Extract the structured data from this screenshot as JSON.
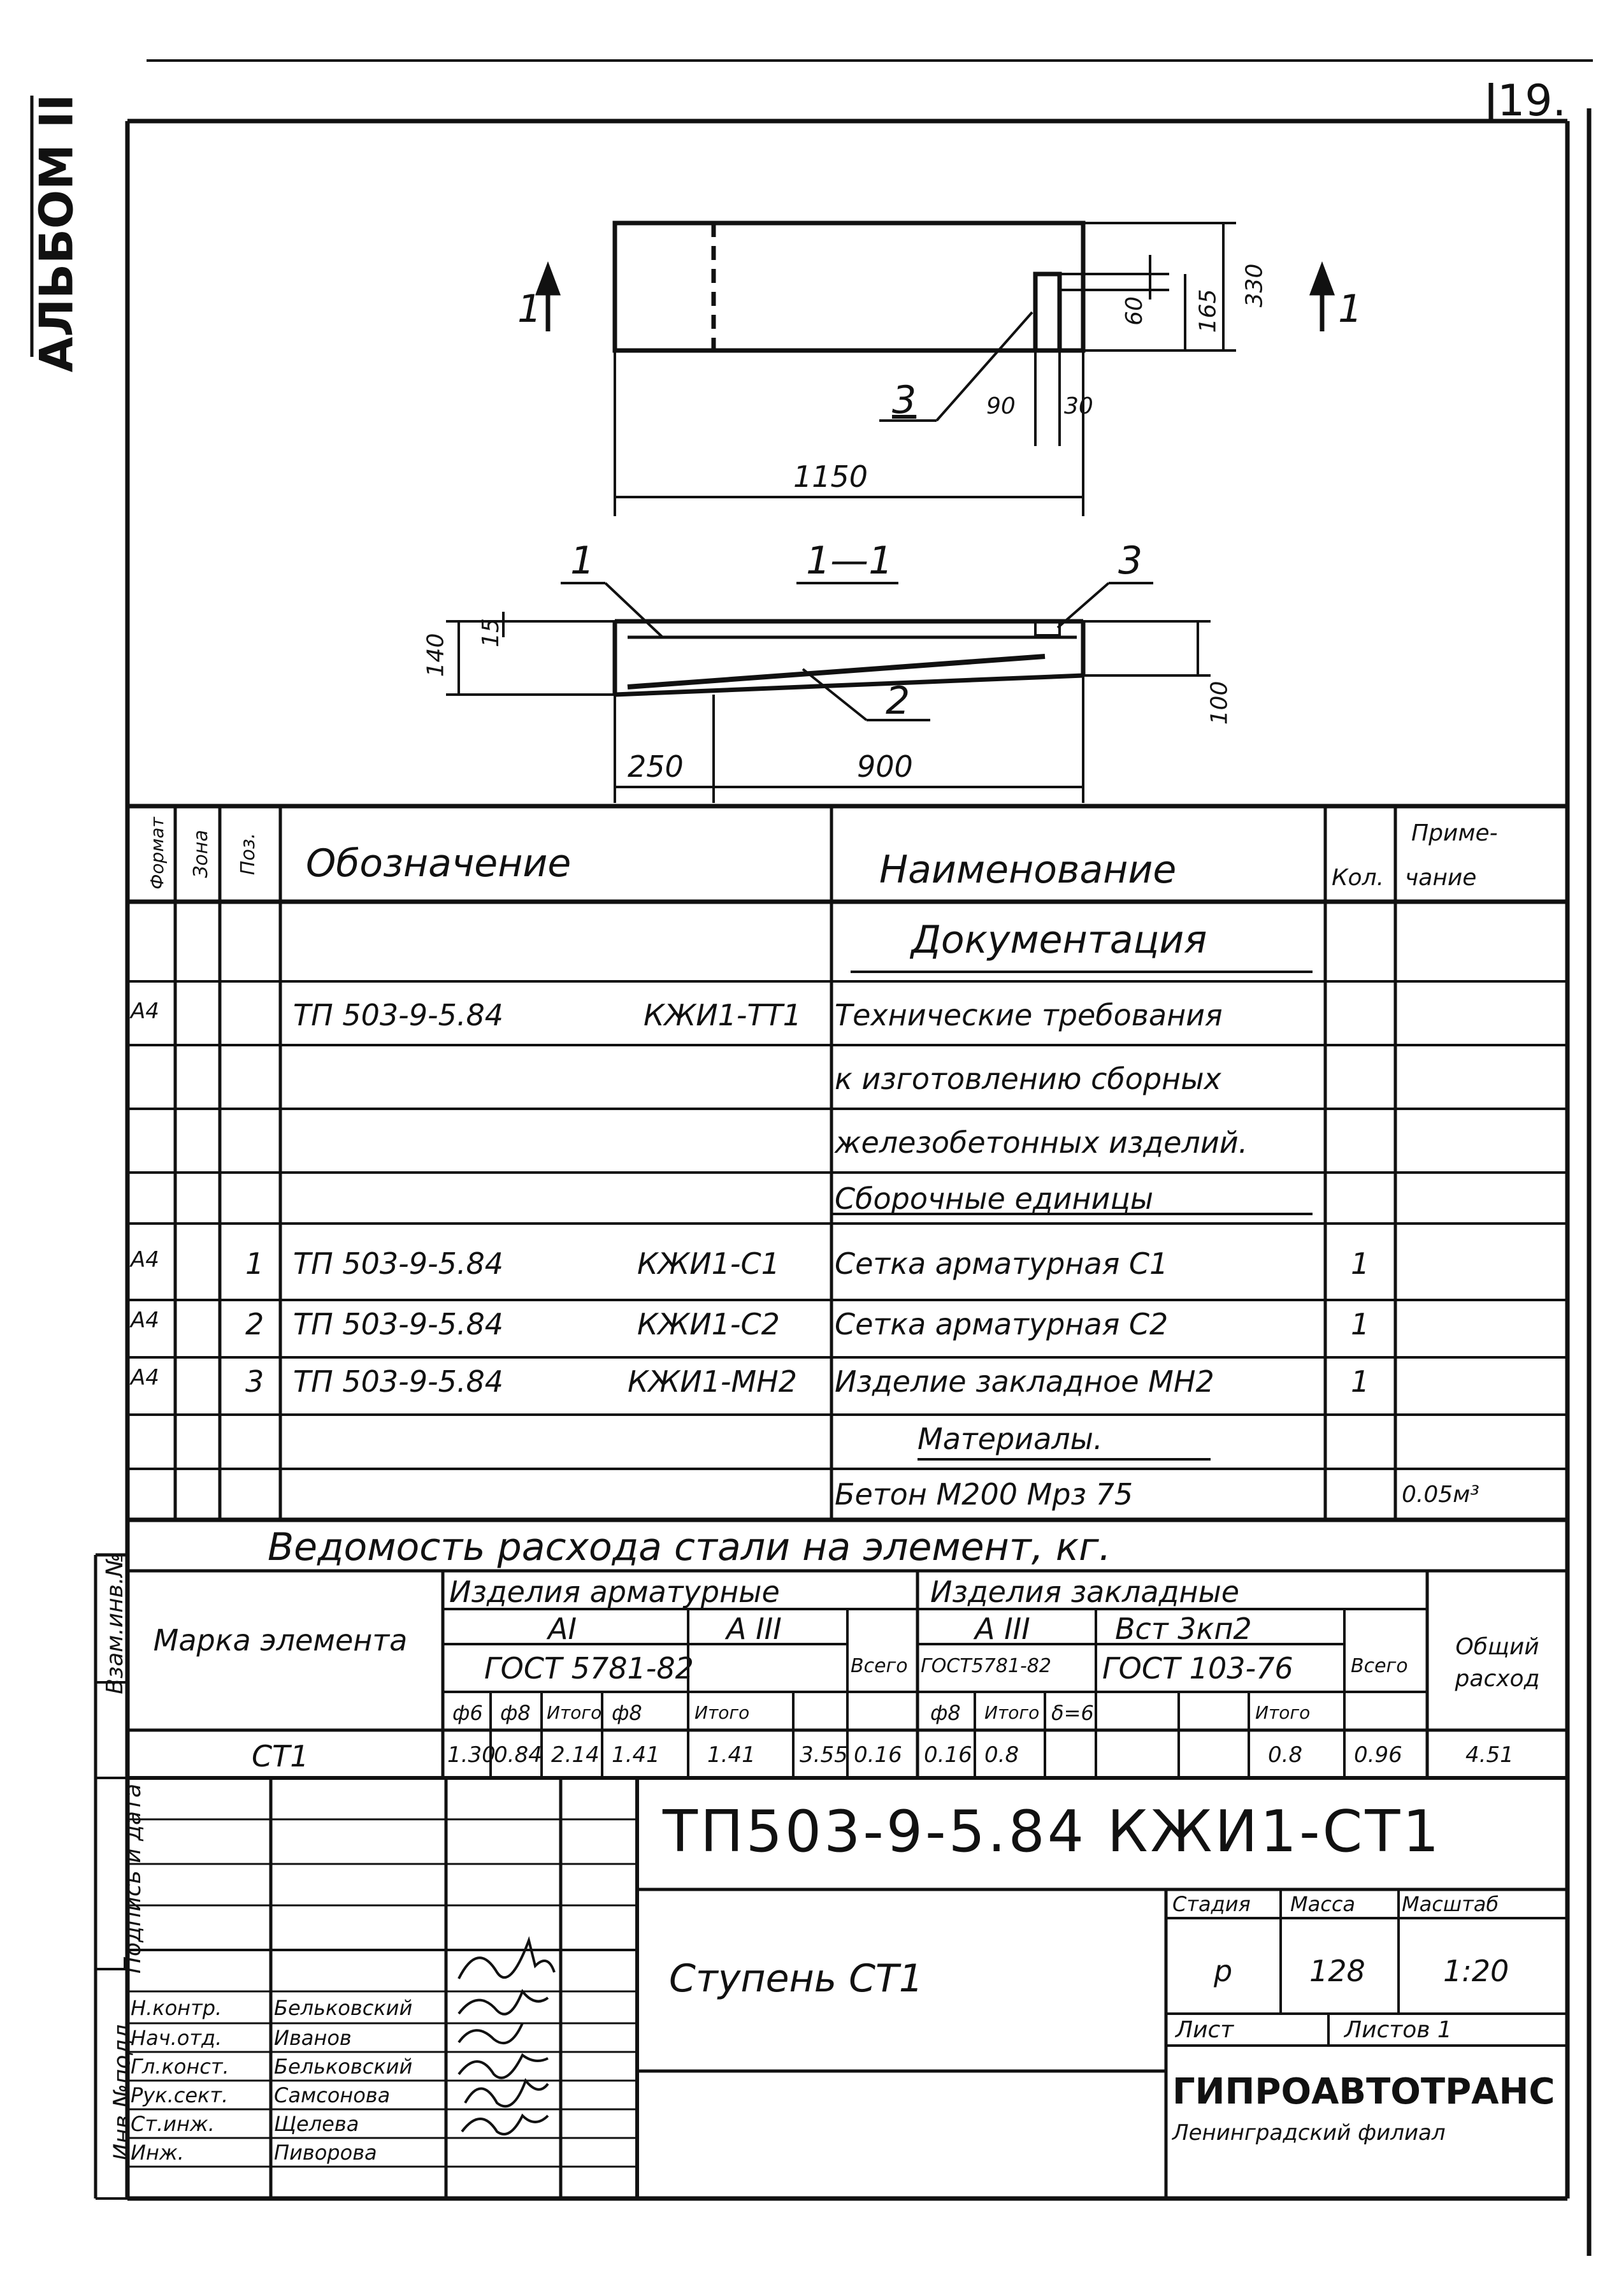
{
  "margin": {
    "album_label": "АЛЬБОМ II",
    "sheet_number": "19.",
    "side_stamp": [
      "Инв.№подл.",
      "Подпись и дата",
      "Взам.инв.№"
    ]
  },
  "drawing": {
    "section_marker": "1",
    "section_title": "1—1",
    "dimensions": {
      "width": "1150",
      "d330": "330",
      "d165": "165",
      "d60": "60",
      "d90": "90",
      "d30": "30",
      "d140": "140",
      "d15": "15",
      "d100": "100",
      "d250": "250",
      "d900": "900"
    },
    "callouts": {
      "p1": "1",
      "p2": "2",
      "p3": "3",
      "p3_plan": "3"
    }
  },
  "spec": {
    "headers": {
      "format": "Формат",
      "zone": "Зона",
      "pos": "Поз.",
      "designation": "Обозначение",
      "name": "Наименование",
      "qty": "Кол.",
      "note_line1": "Приме-",
      "note_line2": "чание"
    },
    "rows": [
      {
        "format": "",
        "pos": "",
        "code": "",
        "mark": "",
        "name": "Документация",
        "qty": "",
        "note": "",
        "section": true
      },
      {
        "format": "А4",
        "pos": "",
        "code": "ТП 503-9-5.84",
        "mark": "КЖИ1-ТТ1",
        "name": "Технические требования",
        "qty": "",
        "note": ""
      },
      {
        "format": "",
        "pos": "",
        "code": "",
        "mark": "",
        "name": "к изготовлению сборных",
        "qty": "",
        "note": ""
      },
      {
        "format": "",
        "pos": "",
        "code": "",
        "mark": "",
        "name": "железобетонных изделий.",
        "qty": "",
        "note": ""
      },
      {
        "format": "",
        "pos": "",
        "code": "",
        "mark": "",
        "name": "Сборочные единицы",
        "qty": "",
        "note": "",
        "section": true
      },
      {
        "format": "А4",
        "pos": "1",
        "code": "ТП 503-9-5.84",
        "mark": "КЖИ1-С1",
        "name": "Сетка арматурная С1",
        "qty": "1",
        "note": ""
      },
      {
        "format": "А4",
        "pos": "2",
        "code": "ТП 503-9-5.84",
        "mark": "КЖИ1-С2",
        "name": "Сетка арматурная С2",
        "qty": "1",
        "note": ""
      },
      {
        "format": "А4",
        "pos": "3",
        "code": "ТП 503-9-5.84",
        "mark": "КЖИ1-МН2",
        "name": "Изделие закладное МН2",
        "qty": "1",
        "note": ""
      },
      {
        "format": "",
        "pos": "",
        "code": "",
        "mark": "",
        "name": "Материалы.",
        "qty": "",
        "note": "",
        "section": true
      },
      {
        "format": "",
        "pos": "",
        "code": "",
        "mark": "",
        "name": "Бетон  М200 Мрз 75",
        "qty": "",
        "note": "0.05м³"
      }
    ]
  },
  "steel": {
    "title": "Ведомость расхода стали на элемент, кг.",
    "h_mark": "Марка элемента",
    "h_rebar": "Изделия арматурные",
    "h_embed": "Изделия закладные",
    "h_total_use": "Общий расход",
    "h_a1": "AI",
    "h_a3": "A III",
    "h_gost5781": "ГОСТ 5781-82",
    "h_all": "Всего",
    "h_a3b": "A III",
    "h_gost5781b": "ГОСТ5781-82",
    "h_st": "Вст 3кп2",
    "h_gost103": "ГОСТ 103-76",
    "h_all2": "Всего",
    "c_d6": "ф6",
    "c_d8": "ф8",
    "c_sum1": "Итого",
    "c_d8b": "ф8",
    "c_sum2": "Итого",
    "c_d8c": "ф8",
    "c_sum3": "Итого",
    "c_s6": "δ=6",
    "c_sum4": "Итого",
    "row": {
      "mark": "СТ1",
      "v1": "1.30",
      "v2": "0.84",
      "v3": "2.14",
      "v4": "1.41",
      "v5": "1.41",
      "v6": "3.55",
      "v7": "0.16",
      "v8": "0.16",
      "v9": "0.8",
      "v10": "0.8",
      "v11": "0.96",
      "v12": "4.51"
    }
  },
  "title_block": {
    "doc_code": "ТП503-9-5.84 КЖИ1-СТ1",
    "item_name": "Ступень СТ1",
    "stage_label": "Стадия",
    "mass_label": "Масса",
    "scale_label": "Масштаб",
    "stage": "р",
    "mass": "128",
    "scale": "1:20",
    "sheet_label": "Лист",
    "sheets_label": "Листов 1",
    "org": "ГИПРОАВТОТРАНС",
    "branch": "Ленинградский филиал",
    "signers": [
      {
        "role": "Н.контр.",
        "name": "Бельковский"
      },
      {
        "role": "Нач.отд.",
        "name": "Иванов"
      },
      {
        "role": "Гл.конст.",
        "name": "Бельковский"
      },
      {
        "role": "Рук.сект.",
        "name": "Самсонова"
      },
      {
        "role": "Ст.инж.",
        "name": "Щелева"
      },
      {
        "role": "Инж.",
        "name": "Пиворова"
      }
    ]
  }
}
